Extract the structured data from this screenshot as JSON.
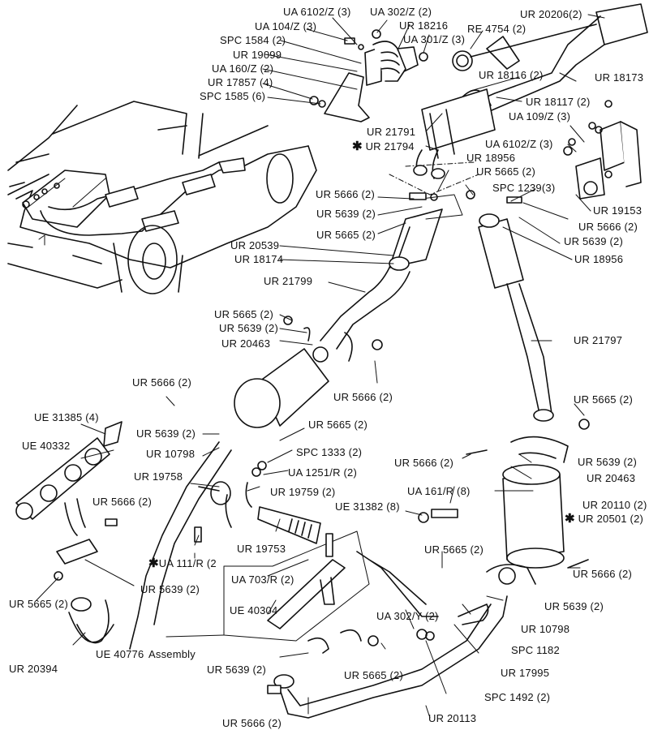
{
  "diagram": {
    "title": "Exhaust system exploded parts diagram",
    "labels": [
      {
        "id": "ua6102z-top",
        "text": "UA 6102/Z (3)"
      },
      {
        "id": "ua302z",
        "text": "UA 302/Z (2)"
      },
      {
        "id": "ur20206",
        "text": "UR 20206(2)"
      },
      {
        "id": "ua104z",
        "text": "UA 104/Z (3)"
      },
      {
        "id": "ur18216",
        "text": "UR 18216"
      },
      {
        "id": "re4754",
        "text": "RE 4754 (2)"
      },
      {
        "id": "spc1584",
        "text": "SPC 1584 (2)"
      },
      {
        "id": "ua301z",
        "text": "UA 301/Z (3)"
      },
      {
        "id": "ur19099",
        "text": "UR 19099"
      },
      {
        "id": "ua160z",
        "text": "UA 160/Z (2)"
      },
      {
        "id": "ur18116",
        "text": "UR 18116 (2)"
      },
      {
        "id": "ur18173",
        "text": "UR 18173"
      },
      {
        "id": "ur17857",
        "text": "UR 17857 (4)"
      },
      {
        "id": "spc1585",
        "text": "SPC 1585 (6)"
      },
      {
        "id": "ur18117",
        "text": "UR 18117 (2)"
      },
      {
        "id": "ua109z",
        "text": "UA 109/Z (3)"
      },
      {
        "id": "ur21791",
        "text": "UR 21791"
      },
      {
        "id": "ur21794",
        "text": "UR 21794",
        "starred": true
      },
      {
        "id": "ua6102z-right",
        "text": "UA 6102/Z (3)"
      },
      {
        "id": "ur18956-top",
        "text": "UR 18956"
      },
      {
        "id": "ur5665-a",
        "text": "UR 5665 (2)"
      },
      {
        "id": "ur5666-a",
        "text": "UR 5666 (2)"
      },
      {
        "id": "spc1239",
        "text": "SPC 1239(3)"
      },
      {
        "id": "ur19153",
        "text": "UR 19153"
      },
      {
        "id": "ur5639-a",
        "text": "UR 5639 (2)"
      },
      {
        "id": "ur5666-b",
        "text": "UR 5666 (2)"
      },
      {
        "id": "ur5665-b",
        "text": "UR 5665 (2)"
      },
      {
        "id": "ur5639-b",
        "text": "UR 5639 (2)"
      },
      {
        "id": "ur20539",
        "text": "UR 20539"
      },
      {
        "id": "ur18956-bot",
        "text": "UR 18956"
      },
      {
        "id": "ur18174",
        "text": "UR 18174"
      },
      {
        "id": "ur21799",
        "text": "UR 21799"
      },
      {
        "id": "ur5665-c",
        "text": "UR 5665 (2)"
      },
      {
        "id": "ur5639-c",
        "text": "UR 5639 (2)"
      },
      {
        "id": "ur20463-a",
        "text": "UR 20463"
      },
      {
        "id": "ur21797",
        "text": "UR 21797"
      },
      {
        "id": "ur5666-c",
        "text": "UR 5666 (2)"
      },
      {
        "id": "ur5666-d",
        "text": "UR 5666 (2)"
      },
      {
        "id": "ur5665-d",
        "text": "UR 5665 (2)"
      },
      {
        "id": "ue31385",
        "text": "UE 31385 (4)"
      },
      {
        "id": "ur5639-d",
        "text": "UR 5639 (2)"
      },
      {
        "id": "ur5665-e",
        "text": "UR 5665 (2)"
      },
      {
        "id": "ue40332",
        "text": "UE 40332"
      },
      {
        "id": "ur10798-a",
        "text": "UR 10798"
      },
      {
        "id": "spc1333",
        "text": "SPC 1333 (2)"
      },
      {
        "id": "ur5666-e",
        "text": "UR 5666 (2)"
      },
      {
        "id": "ur5639-e",
        "text": "UR 5639 (2)"
      },
      {
        "id": "ur19758",
        "text": "UR 19758"
      },
      {
        "id": "ua1251r",
        "text": "UA 1251/R (2)"
      },
      {
        "id": "ur20463-b",
        "text": "UR 20463"
      },
      {
        "id": "ur19759",
        "text": "UR 19759 (2)"
      },
      {
        "id": "ur5666-f",
        "text": "UR 5666 (2)"
      },
      {
        "id": "ua161r",
        "text": "UA 161/R (8)"
      },
      {
        "id": "ur20110",
        "text": "UR 20110 (2)"
      },
      {
        "id": "ue31382",
        "text": "UE 31382 (8)"
      },
      {
        "id": "ur20501",
        "text": "UR 20501 (2)",
        "starred": true
      },
      {
        "id": "ur19753",
        "text": "UR 19753"
      },
      {
        "id": "ua111r",
        "text": "UA 111/R (2",
        "starred": true
      },
      {
        "id": "ur5639-f",
        "text": "UR 5639 (2)"
      },
      {
        "id": "ur5665-f",
        "text": "UR 5665 (2)"
      },
      {
        "id": "ua703r",
        "text": "UA 703/R (2)"
      },
      {
        "id": "ur5666-g",
        "text": "UR 5666 (2)"
      },
      {
        "id": "ur5665-g",
        "text": "UR 5665 (2)"
      },
      {
        "id": "ue40304",
        "text": "UE 40304"
      },
      {
        "id": "ur5639-g",
        "text": "UR 5639 (2)"
      },
      {
        "id": "ur10798-b",
        "text": "UR 10798"
      },
      {
        "id": "ua302y",
        "text": "UA 302/Y (2)"
      },
      {
        "id": "spc1182",
        "text": "SPC 1182"
      },
      {
        "id": "ue40776",
        "text": "UE 40776"
      },
      {
        "id": "assembly",
        "text": "Assembly"
      },
      {
        "id": "ur20394",
        "text": "UR 20394"
      },
      {
        "id": "ur17995",
        "text": "UR 17995"
      },
      {
        "id": "ur5639-h",
        "text": "UR 5639 (2)"
      },
      {
        "id": "ur5665-h",
        "text": "UR 5665 (2)"
      },
      {
        "id": "spc1492",
        "text": "SPC 1492 (2)"
      },
      {
        "id": "ur5666-h",
        "text": "UR 5666 (2)"
      },
      {
        "id": "ur20113",
        "text": "UR 20113"
      }
    ],
    "star_symbol": "✱"
  }
}
